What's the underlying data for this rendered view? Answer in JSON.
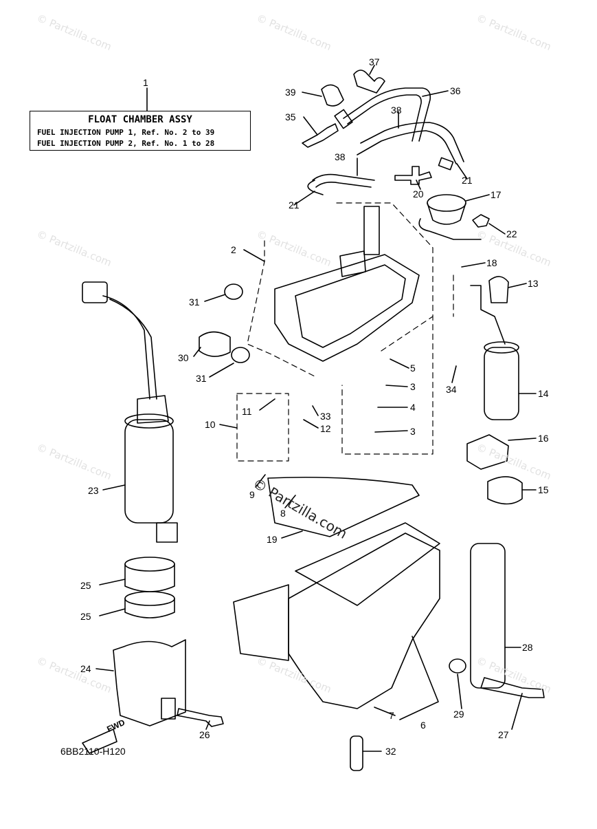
{
  "legend": {
    "title": "FLOAT CHAMBER ASSY",
    "line1": "FUEL INJECTION PUMP 1,  Ref. No. 2 to 39",
    "line2": "FUEL INJECTION PUMP 2,  Ref. No. 1 to 28"
  },
  "diagram_code": "6BB2110-H120",
  "fwd_label": "FWD",
  "watermark": "© Partzilla.com",
  "center_watermark": "© Partzilla.com",
  "callouts": [
    "1",
    "37",
    "39",
    "36",
    "35",
    "38",
    "38",
    "21",
    "21",
    "20",
    "17",
    "22",
    "2",
    "18",
    "13",
    "31",
    "30",
    "31",
    "5",
    "3",
    "34",
    "14",
    "4",
    "11",
    "33",
    "10",
    "12",
    "3",
    "16",
    "9",
    "8",
    "15",
    "23",
    "19",
    "25",
    "25",
    "28",
    "24",
    "26",
    "7",
    "6",
    "29",
    "27",
    "32"
  ]
}
